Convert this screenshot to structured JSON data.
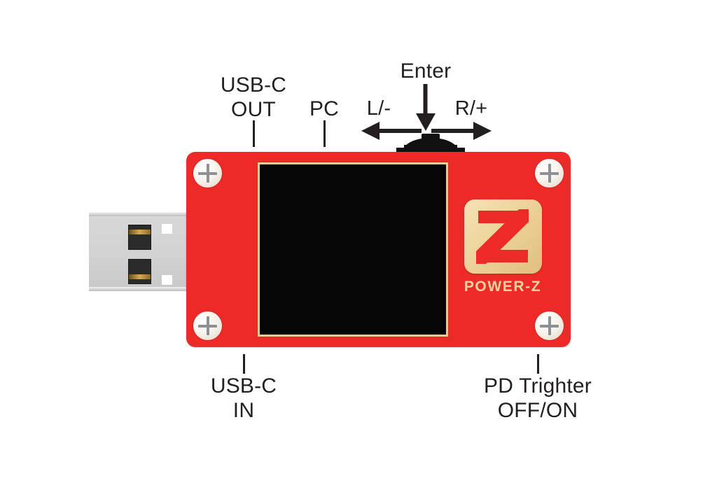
{
  "diagram": {
    "title": "POWER-Z USB Tester Annotated Diagram",
    "background_color": "#ffffff"
  },
  "device": {
    "name": "POWER-Z USB power meter",
    "body_color": "#ec2a28",
    "screen_color": "#050505",
    "screen_bezel_color": "#e8c98e",
    "screw_count": 4,
    "logo": {
      "mark_letter": "Z",
      "mark_plate_color": "#ecd39a",
      "mark_letter_color": "#ec2a28",
      "wordmark": "POWER-Z",
      "wordmark_color": "#edd49d"
    },
    "connector": {
      "type": "usb-a-plug",
      "shell_color": "#d2d2d2",
      "contact_color": "#d7ab54"
    },
    "control": {
      "type": "rotary-encoder-wheel",
      "color": "#111111"
    }
  },
  "callouts": [
    {
      "id": "usb-c-out",
      "label": "USB-C\nOUT",
      "position": "top"
    },
    {
      "id": "pc",
      "label": "PC",
      "position": "top"
    },
    {
      "id": "enter",
      "label": "Enter",
      "position": "top"
    },
    {
      "id": "left-minus",
      "label": "L/-",
      "position": "top-left"
    },
    {
      "id": "right-plus",
      "label": "R/+",
      "position": "top-right"
    },
    {
      "id": "usb-c-in",
      "label": "USB-C\nIN",
      "position": "bottom"
    },
    {
      "id": "pd-trigger",
      "label": "PD Trighter\nOFF/ON",
      "position": "bottom"
    }
  ],
  "labels": {
    "usb_c_out": "USB-C\nOUT",
    "pc": "PC",
    "enter": "Enter",
    "left_minus": "L/-",
    "right_plus": "R/+",
    "usb_c_in": "USB-C\nIN",
    "pd_trigger": "PD Trighter\nOFF/ON",
    "logo_wordmark": "POWER-Z",
    "logo_letter": "Z"
  },
  "colors": {
    "red": "#ec2a28",
    "gold": "#ecd39a",
    "ink": "#231f20",
    "screen": "#050505",
    "metal": "#d2d2d2"
  }
}
